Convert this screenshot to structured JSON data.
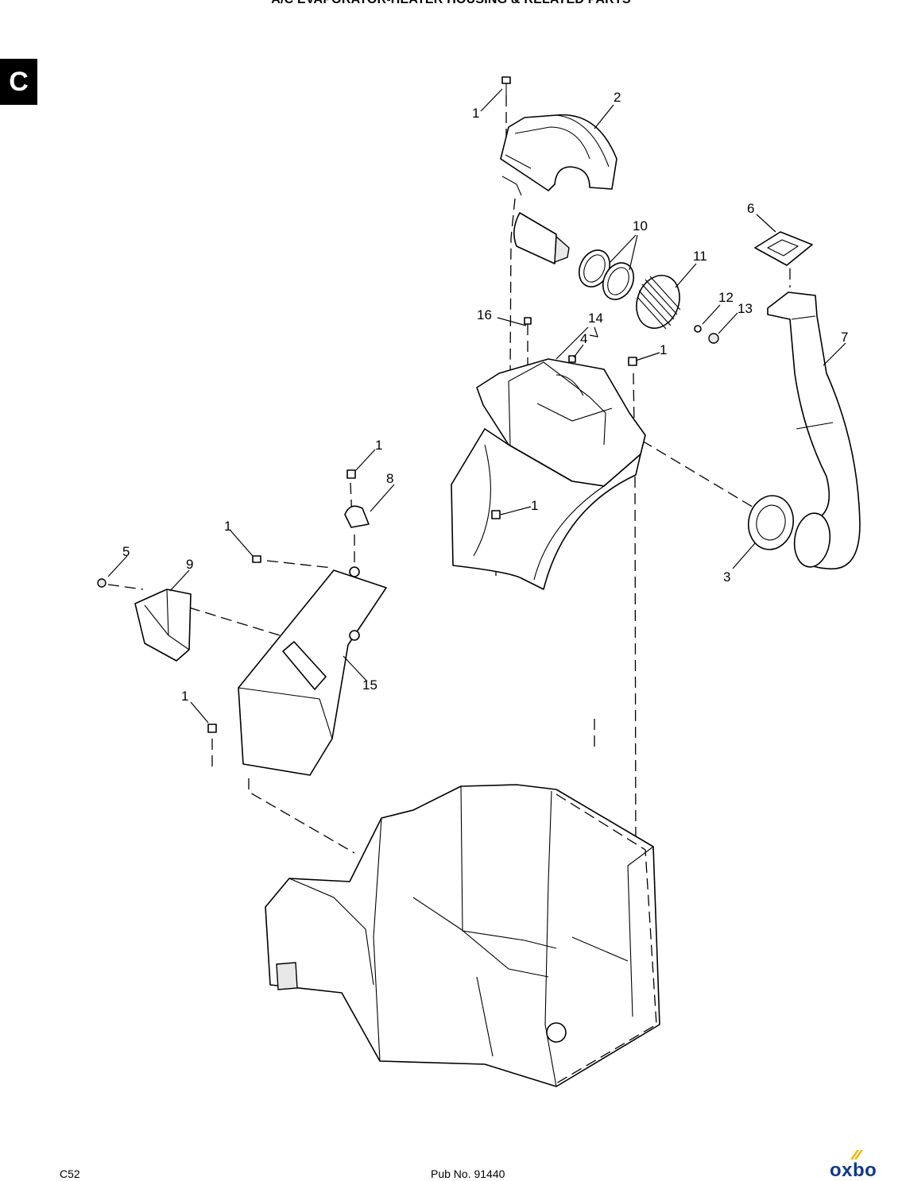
{
  "page": {
    "title": "A/C EVAPORATOR-HEATER HOUSING & RELATED PARTS",
    "section_tab": "C",
    "page_number": "C52",
    "publication": "Pub No. 91440",
    "brand": "oxbo"
  },
  "colors": {
    "tab_bg": "#000000",
    "brand_blue": "#0f3a8c",
    "brand_mark_yellow": "#f2b705"
  },
  "callouts": {
    "c1a": "1",
    "c2": "2",
    "c10": "10",
    "c6": "6",
    "c11": "11",
    "c12": "12",
    "c13": "13",
    "c16": "16",
    "c14": "14",
    "c4": "4",
    "c1b": "1",
    "c7": "7",
    "c1c": "1",
    "c8": "8",
    "c1d": "1",
    "c1e": "1",
    "c5": "5",
    "c9": "9",
    "c3": "3",
    "c15": "15",
    "c1f": "1"
  }
}
